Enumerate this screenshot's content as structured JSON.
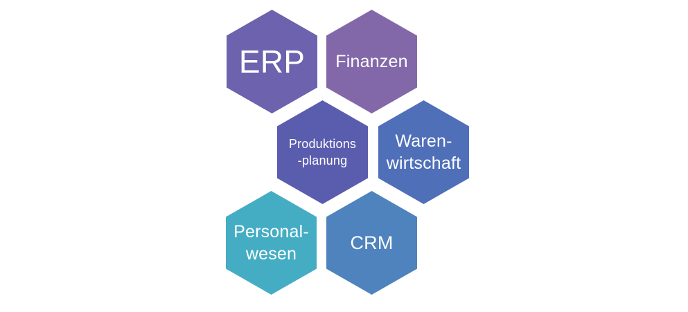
{
  "diagram": {
    "type": "honeycomb-hexagon-diagram",
    "background_color": "#ffffff",
    "text_color": "#ffffff",
    "hexagons": [
      {
        "id": "erp",
        "label": "ERP",
        "lines": [
          "ERP",
          null
        ],
        "color": "#6c62ae"
      },
      {
        "id": "finanzen",
        "label": "Finanzen",
        "lines": [
          "Finanzen",
          null
        ],
        "color": "#8368a9"
      },
      {
        "id": "produktionsplanung",
        "label": "Produktions-planung",
        "lines": [
          "Produktions",
          "-planung"
        ],
        "color": "#5a5cae"
      },
      {
        "id": "warenwirtschaft",
        "label": "Waren-wirtschaft",
        "lines": [
          "Waren-",
          "wirtschaft"
        ],
        "color": "#4f6fb8"
      },
      {
        "id": "personalwesen",
        "label": "Personal-wesen",
        "lines": [
          "Personal-",
          "wesen"
        ],
        "color": "#44adc4"
      },
      {
        "id": "crm",
        "label": "CRM",
        "lines": [
          "CRM",
          null
        ],
        "color": "#4e83be"
      }
    ]
  }
}
